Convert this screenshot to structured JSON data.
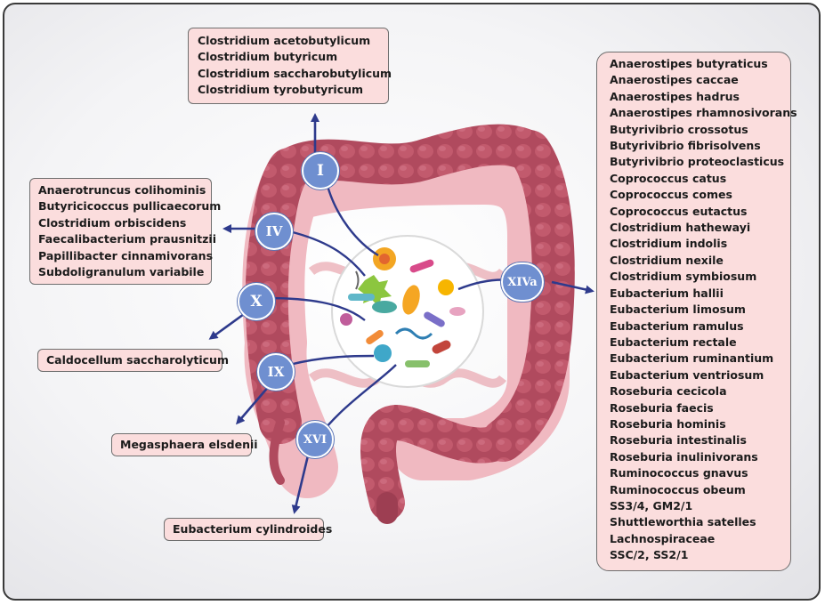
{
  "clusters": {
    "I": {
      "label": "I",
      "species": [
        "Clostridium acetobutylicum",
        "Clostridium butyricum",
        "Clostridium saccharobutylicum",
        "Clostridium tyrobutyricum"
      ]
    },
    "IV": {
      "label": "IV",
      "species": [
        "Anaerotruncus colihominis",
        "Butyricicoccus pullicaecorum",
        "Clostridium orbiscidens",
        "Faecalibacterium prausnitzii",
        "Papillibacter cinnamivorans",
        "Subdoligranulum variabile"
      ]
    },
    "X": {
      "label": "X",
      "species": [
        "Caldocellum saccharolyticum"
      ]
    },
    "IX": {
      "label": "IX",
      "species": [
        "Megasphaera elsdenii"
      ]
    },
    "XVI": {
      "label": "XVI",
      "species": [
        "Eubacterium cylindroides"
      ]
    },
    "XIVa": {
      "label": "XIVa",
      "species": [
        "Anaerostipes butyraticus",
        "Anaerostipes caccae",
        "Anaerostipes hadrus",
        "Anaerostipes rhamnosivorans",
        "Butyrivibrio crossotus",
        "Butyrivibrio fibrisolvens",
        "Butyrivibrio proteoclasticus",
        "Coprococcus catus",
        "Coprococcus comes",
        "Coprococcus eutactus",
        "Clostridium hathewayi",
        "Clostridium indolis",
        "Clostridium nexile",
        "Clostridium symbiosum",
        "Eubacterium hallii",
        "Eubacterium limosum",
        "Eubacterium ramulus",
        "Eubacterium rectale",
        "Eubacterium ruminantium",
        "Eubacterium ventriosum",
        "Roseburia cecicola",
        "Roseburia faecis",
        "Roseburia hominis",
        "Roseburia intestinalis",
        "Roseburia inulinivorans",
        "Ruminococcus gnavus",
        "Ruminococcus obeum",
        "SS3/4, GM2/1",
        "Shuttleworthia satelles",
        "Lachnospiraceae",
        "SSC/2, SS2/1"
      ]
    }
  },
  "colors": {
    "box_fill": "#fbdddd",
    "arrow": "#2e3a8c",
    "badge": "#6f8fd0",
    "intestine": "#b04a5e",
    "intestine_inner": "#f2b7bf"
  },
  "icons": {
    "microbiome": "microbiome-circle-icon",
    "intestine": "large-intestine-icon"
  }
}
